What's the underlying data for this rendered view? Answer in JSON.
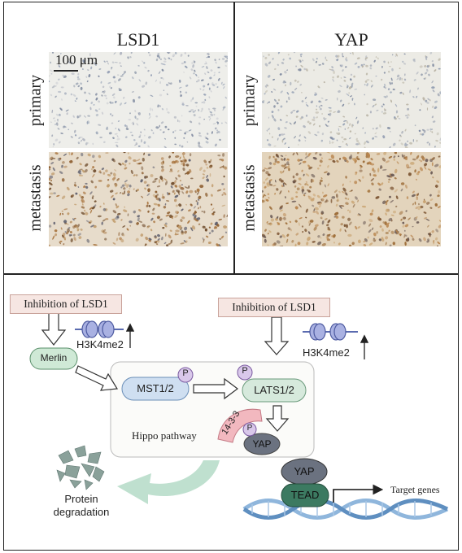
{
  "panels": {
    "lsd1_title": "LSD1",
    "yap_title": "YAP",
    "primary_label": "primary",
    "metastasis_label": "metastasis",
    "scale_bar": "100 μm"
  },
  "diagram": {
    "inhibition_left": "Inhibition of LSD1",
    "inhibition_right": "Inhibition of LSD1",
    "h3k4me2_left": "H3K4me2",
    "h3k4me2_right": "H3K4me2",
    "merlin": "Merlin",
    "mst": "MST1/2",
    "lats": "LATS1/2",
    "phospho": "P",
    "protein_14_3_3": "14-3-3",
    "yap_small": "YAP",
    "hippo": "Hippo pathway",
    "yap_big": "YAP",
    "tead": "TEAD",
    "target_genes": "Target genes",
    "protein_degradation_1": "Protein",
    "protein_degradation_2": "degradation"
  },
  "colors": {
    "merlin_fill": "#cfe9d6",
    "mst_fill": "#cfdff1",
    "lats_fill": "#d6e9dc",
    "p_fill": "#d9c8ea",
    "yap_fill": "#6b7280",
    "tead_fill": "#3c7a61",
    "pink_box": "#f6e6e2",
    "degradation_arrow": "#bfe0cf",
    "dna": "#8fb6dc"
  }
}
